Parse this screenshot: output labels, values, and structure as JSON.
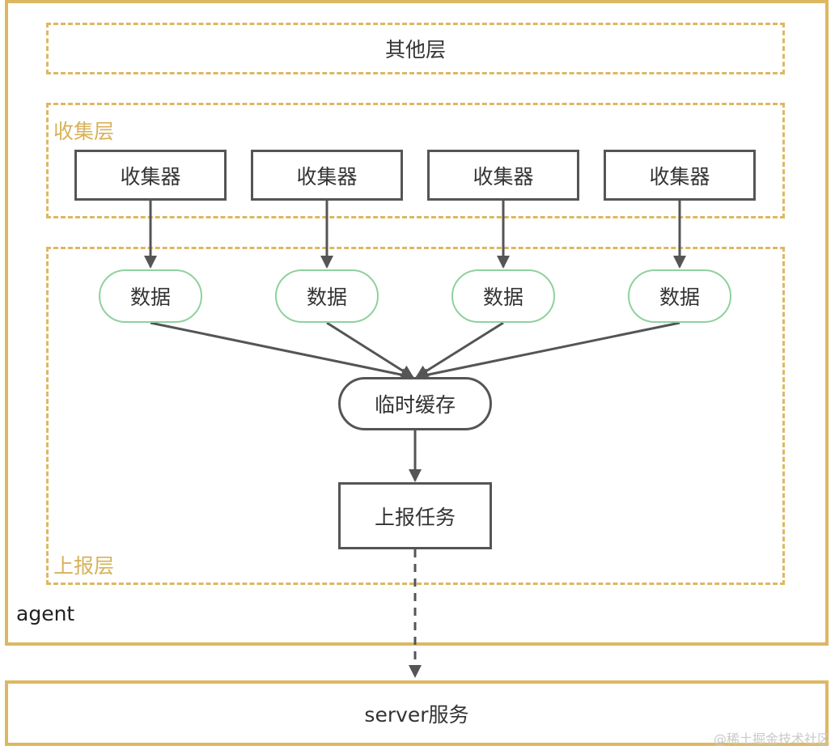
{
  "colors": {
    "frame": "#dcb862",
    "layer_label": "#d7b25a",
    "node_border": "#555555",
    "data_border": "#8fd19e",
    "arrow": "#555555"
  },
  "agent_label": "agent",
  "layers": {
    "other": "其他层",
    "collector": "收集层",
    "report": "上报层"
  },
  "collectors": [
    "收集器",
    "收集器",
    "收集器",
    "收集器"
  ],
  "data_nodes": [
    "数据",
    "数据",
    "数据",
    "数据"
  ],
  "cache": "临时缓存",
  "report_task": "上报任务",
  "server": "server服务",
  "watermark": "@稀土掘金技术社区"
}
